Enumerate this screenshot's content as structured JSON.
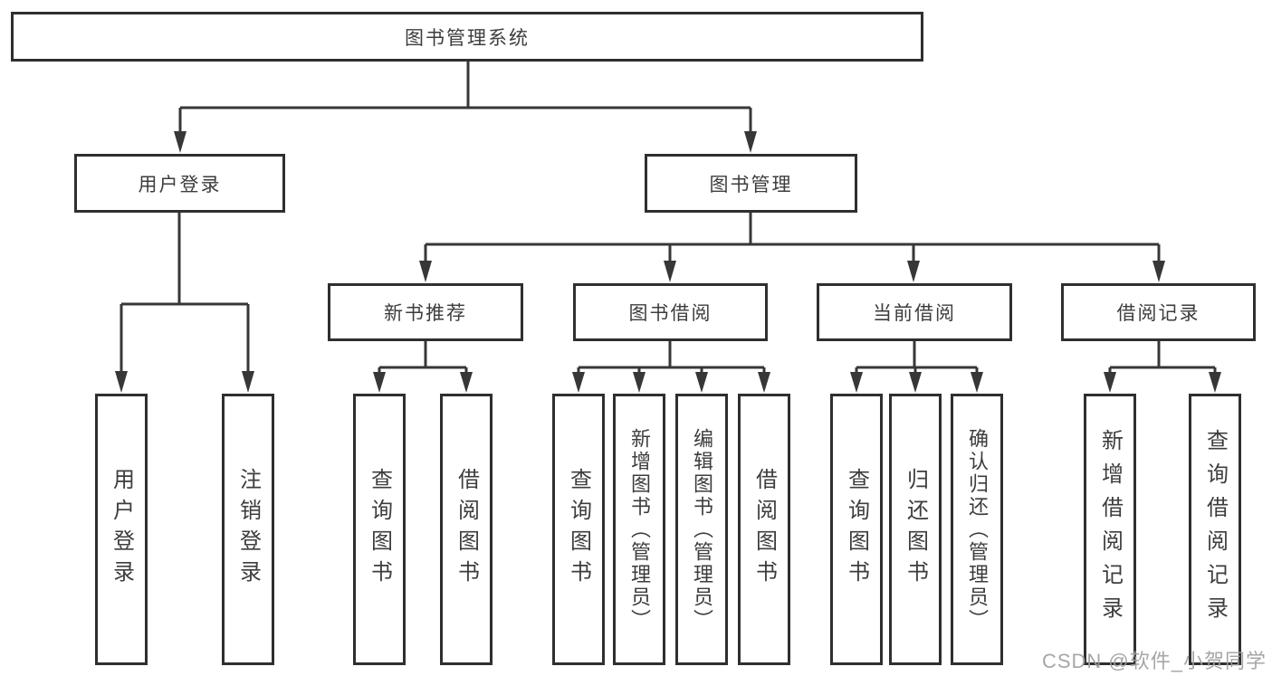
{
  "diagram": {
    "root": {
      "label": "图书管理系统"
    },
    "level2": {
      "userLogin": {
        "label": "用户登录"
      },
      "bookManagement": {
        "label": "图书管理"
      }
    },
    "level3": {
      "newBookRecommend": {
        "label": "新书推荐"
      },
      "bookBorrow": {
        "label": "图书借阅"
      },
      "currentBorrow": {
        "label": "当前借阅"
      },
      "borrowRecord": {
        "label": "借阅记录"
      }
    },
    "leaves": {
      "userLogin": {
        "label": "用户登录"
      },
      "logoutLogin": {
        "label": "注销登录"
      },
      "nbrQueryBook": {
        "label": "查询图书"
      },
      "nbrBorrowBook": {
        "label": "借阅图书"
      },
      "bbQueryBook": {
        "label": "查询图书"
      },
      "bbAddBook": {
        "label": "新增图书（管理员）"
      },
      "bbEditBook": {
        "label": "编辑图书（管理员）"
      },
      "bbBorrowBook": {
        "label": "借阅图书"
      },
      "cbQueryBook": {
        "label": "查询图书"
      },
      "cbReturnBook": {
        "label": "归还图书"
      },
      "cbConfirmReturn": {
        "label": "确认归还（管理员）"
      },
      "brAddRecord": {
        "label": "新增借阅记录"
      },
      "brQueryRecord": {
        "label": "查询借阅记录"
      }
    }
  },
  "watermark": {
    "text": "CSDN @软件_小贺同学"
  },
  "colors": {
    "line": "#373737",
    "boxBorder": "#2f2f2f",
    "text": "#3d3d3d",
    "watermark": "#9e9e9e"
  }
}
